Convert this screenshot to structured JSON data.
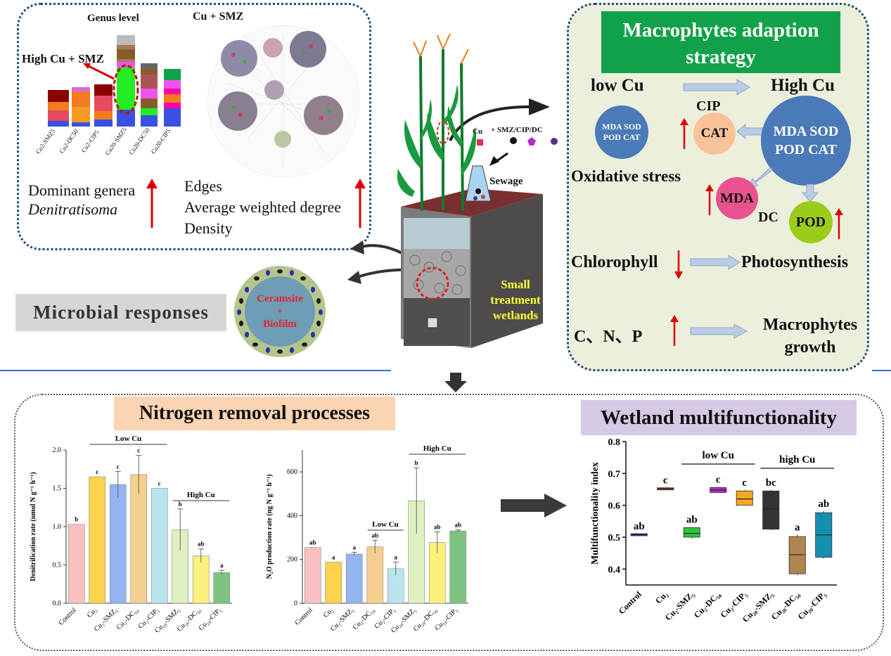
{
  "top_left": {
    "genus_label": "Genus level",
    "network_label": "Cu + SMZ",
    "highlight_label": "High Cu + SMZ",
    "bar_groups": [
      "Cu2-SMZ5",
      "Cu2-DC50",
      "Cu2-CIP5",
      "Cu20-SMZ5",
      "Cu20-DC50",
      "Cu20-CIP5"
    ],
    "dominant_genera": "Dominant genera",
    "denitratisoma": "Denitratisoma",
    "edges": "Edges",
    "avg_degree": "Average weighted degree",
    "density": "Density"
  },
  "microbial_responses": "Microbial responses",
  "ceramsite": {
    "line1": "Ceramsite",
    "line2": "+",
    "line3": "Biofilm"
  },
  "wetland": {
    "sewage": "Sewage",
    "label1": "Small",
    "label2": "treatment",
    "label3": "wetlands",
    "pollutants_cu": "Cu",
    "pollutants_rest": "+ SMZ/CIP/DC"
  },
  "strategy": {
    "title_line1": "Macrophytes adaption",
    "title_line2": "strategy",
    "low_cu": "low Cu",
    "high_cu": "High Cu",
    "small_circle": {
      "l1": "MDA SOD",
      "l2": "POD  CAT"
    },
    "big_circle": {
      "l1": "MDA SOD",
      "l2": "POD  CAT"
    },
    "cip": "CIP",
    "cat": "CAT",
    "oxidative": "Oxidative stress",
    "mda": "MDA",
    "dc": "DC",
    "pod": "POD",
    "chlorophyll": "Chlorophyll",
    "photosynthesis": "Photosynthesis",
    "cnp": "C、N、P",
    "growth1": "Macrophytes",
    "growth2": "growth"
  },
  "nitrogen_title": "Nitrogen removal processes",
  "wetland_title": "Wetland multifunctionality",
  "colors": {
    "pink": "#f8c1c1",
    "yellow": "#fcd34d",
    "blue": "#93b4f0",
    "tan": "#f5cf8e",
    "cyan": "#b9e4ee",
    "lightgreen": "#dff0c0",
    "yellow2": "#fbf07a",
    "green": "#7cc47f"
  },
  "chart_data": [
    {
      "type": "bar",
      "ylabel": "Denitrification rate (nmol N g⁻¹ h⁻¹)",
      "categories": [
        "Control",
        "Cu2",
        "Cu2-SMZ5",
        "Cu2-DC50",
        "Cu2-CIP5",
        "Cu20-SMZ5",
        "Cu20-DC50",
        "Cu20-CIP5"
      ],
      "values": [
        1.03,
        1.65,
        1.55,
        1.68,
        1.5,
        0.96,
        0.62,
        0.4
      ],
      "errors": [
        0,
        0,
        0.17,
        0.25,
        0,
        0.27,
        0.09,
        0.03
      ],
      "letters": [
        "b",
        "c",
        "c",
        "c",
        "c",
        "b",
        "ab",
        "a"
      ],
      "ylim": [
        0,
        2.0
      ],
      "yticks": [
        "0.0",
        "0.5",
        "1.0",
        "1.5",
        "2.0"
      ],
      "group_labels": [
        "Low Cu",
        "High Cu"
      ]
    },
    {
      "type": "bar",
      "ylabel": "N₂O production rate (ng N g⁻¹ h⁻¹)",
      "categories": [
        "Control",
        "Cu2",
        "Cu2-SMZ5",
        "Cu2-DC50",
        "Cu2-CIP5",
        "Cu20-SMZ5",
        "Cu20-DC50",
        "Cu20-CIP5"
      ],
      "values": [
        255,
        188,
        225,
        258,
        158,
        468,
        278,
        330
      ],
      "errors": [
        0,
        0,
        8,
        30,
        30,
        150,
        48,
        5
      ],
      "letters": [
        "ab",
        "a",
        "a",
        "ab",
        "a",
        "b",
        "ab",
        "ab"
      ],
      "ylim": [
        0,
        700
      ],
      "yticks": [
        "0",
        "200",
        "400",
        "600"
      ],
      "group_labels": [
        "Low Cu",
        "High Cu"
      ]
    },
    {
      "type": "box",
      "ylabel": "Multifunctionality index",
      "categories": [
        "Control",
        "Cu2",
        "Cu2-SMZ5",
        "Cu2-DC50",
        "Cu2-CIP5",
        "Cu20-SMZ5",
        "Cu20-DC50",
        "Cu20-CIP5"
      ],
      "boxes": [
        {
          "min": 0.508,
          "q1": 0.505,
          "median": 0.508,
          "q3": 0.511,
          "max": 0.508
        },
        {
          "min": 0.652,
          "q1": 0.649,
          "median": 0.652,
          "q3": 0.655,
          "max": 0.652
        },
        {
          "min": 0.495,
          "q1": 0.5,
          "median": 0.512,
          "q3": 0.53,
          "max": 0.532
        },
        {
          "min": 0.64,
          "q1": 0.64,
          "median": 0.648,
          "q3": 0.656,
          "max": 0.658
        },
        {
          "min": 0.6,
          "q1": 0.6,
          "median": 0.62,
          "q3": 0.645,
          "max": 0.648
        },
        {
          "min": 0.522,
          "q1": 0.525,
          "median": 0.588,
          "q3": 0.645,
          "max": 0.648
        },
        {
          "min": 0.38,
          "q1": 0.385,
          "median": 0.445,
          "q3": 0.502,
          "max": 0.508
        },
        {
          "min": 0.432,
          "q1": 0.437,
          "median": 0.507,
          "q3": 0.577,
          "max": 0.582
        }
      ],
      "colors": [
        "#2031c8",
        "#e02020",
        "#2ec43b",
        "#b42ecb",
        "#f5a623",
        "#333333",
        "#b08450",
        "#158fb0"
      ],
      "letters": [
        "ab",
        "c",
        "ab",
        "c",
        "c",
        "bc",
        "a",
        "ab"
      ],
      "ylim": [
        0.35,
        0.8
      ],
      "yticks": [
        "0.4",
        "0.5",
        "0.6",
        "0.7",
        "0.8"
      ],
      "group_labels": [
        "low Cu",
        "high Cu"
      ]
    }
  ]
}
